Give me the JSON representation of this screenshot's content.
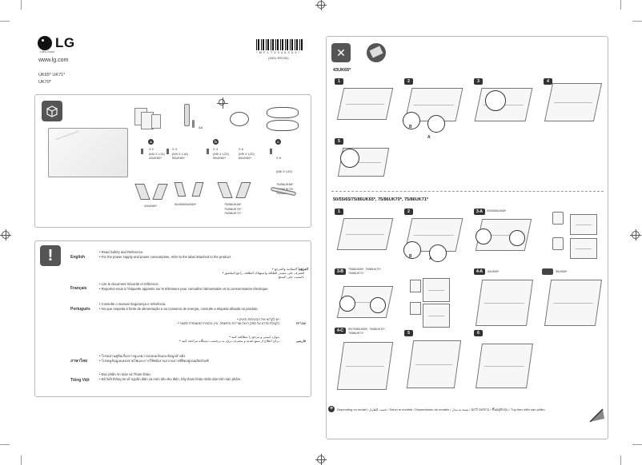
{
  "brand": {
    "logo_text": "LG",
    "tagline": "Life's Good",
    "website": "www.lg.com",
    "models_line1": "UK65* UK71*",
    "models_line2": "UK70*"
  },
  "barcode": {
    "number": "* M F L 7 0 3 4 6 2 0 3 *",
    "code": "(1801-REV00)"
  },
  "box": {
    "icon": "box-icon",
    "remote_note": "AA",
    "screw_a": {
      "label": "a",
      "qty": "X 2",
      "size": "(M4 X L14)",
      "models": "43UK65*"
    },
    "screw_b": {
      "label": "",
      "qty": "X 4",
      "size": "(M4 X L16)",
      "models": "55UK65*"
    },
    "screw_c": {
      "label": "b",
      "qty": "X 4",
      "size": "(M5 X L20)",
      "models": "55UK65*"
    },
    "screw_d": {
      "label": "",
      "qty": "X 6",
      "size": "(M5 X L20)",
      "models": "65UK65*"
    },
    "screw_e": {
      "label": "c",
      "qty": "X 6",
      "size": "(M6 X L20)",
      "models": "75/86UK65*\n75/86UK70*\n75/86UK71*"
    },
    "stand_43": "43UK65*",
    "stand_55": "50/55/65UK65*",
    "stand_75": "75/86UK65*\n75/86UK70*\n75/86UK71*"
  },
  "safety": {
    "english_label": "English",
    "english_text1": "• Read Safety and Reference.",
    "english_text2": "• For the power supply and power consumption, refer to the label attached to the product.",
    "arabic_label": "العربية",
    "arabic_text1": "• اقرأ السلامة والمرجع.",
    "arabic_text2": "• للتعرف على مصدر الطاقة واستهلاك الطاقة، راجع الملصق المثبت على المنتج.",
    "french_label": "Français",
    "french_text1": "• Lire le document Sécurité et référence.",
    "french_text2": "• Reportez-vous à l'étiquette apposée sur le téléviseur pour connaître l'alimentation et la consommation électrique.",
    "portuguese_label": "Português",
    "portuguese_text1": "• Consulte o manual Segurança e referência.",
    "portuguese_text2": "• No que respeita à fonte de alimentação e ao consumo de energia, consulte a etiqueta afixada no produto.",
    "hebrew_label": "עברית",
    "hebrew_text1": "• יש לקרוא את הבטיחות והעיון.",
    "hebrew_text2": "• לקבלת מידע על ספק הכוח וצריכת החשמל, עיין בתווית המוצמדת למוצר.",
    "persian_label": "فارسی",
    "persian_text1": "• موارد ایمنی و مرجع را مطالعه کنید.",
    "persian_text2": "• برای اطلاع از منبع تغذیه و مصرف برق، به برچسب دستگاه مراجعه کنید.",
    "thai_label": "ภาษาไทย",
    "thai_text1": "• โปรดอ่านคู่มือเรื่องการดูแลความปลอดภัยและข้อมูลอ้างอิง",
    "thai_text2": "• โปรดดูข้อมูลแหล่งจ่ายไฟและการใช้พลังงานจากฉลากที่ติดอยู่บนผลิตภัณฑ์",
    "vietnamese_label": "Tiếng Việt",
    "vietnamese_text1": "• Đọc phần An toàn và Tham khảo.",
    "vietnamese_text2": "• Để biết thông tin về nguồn điện và mức tiêu thụ điện, hãy tham khảo nhãn dán trên sản phẩm."
  },
  "assembly": {
    "heading_43": "43UK65*",
    "heading_50": "50/55/65/75/86UK65*, 75/86UK70*, 75/86UK71*",
    "step_labels": [
      "1",
      "2",
      "3",
      "4",
      "5"
    ],
    "step_3a": "3-A",
    "step_3a_models": "50/55/65UK65*",
    "step_3b": "3-B",
    "step_3b_models": "75/86UK65*, 75/86UK70*, 75/86UK71*",
    "step_4a": "4-A",
    "step_4a_models": "50UK65*",
    "step_4b_models": "55UK65*",
    "step_4c": "4-C",
    "step_4c_models": "65/75/86UK65*, 75/86UK70*, 75/86UK71*",
    "step_5": "5",
    "step_6": "6",
    "part_a": "A",
    "part_b": "B",
    "footer": "Depending on model / حسب الطراز / Selon le modèle / Dependendo do modelo / בהתאם לדגם / بسته به مدل / ขึ้นอยู่กับรุ่น / Tùy theo kiểu sản phẩm"
  }
}
